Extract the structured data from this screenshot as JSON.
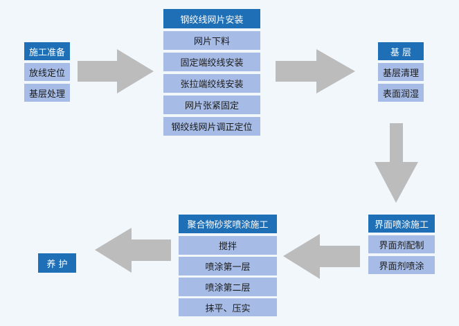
{
  "steps": {
    "construction_prep": {
      "title": "施工准备",
      "items": [
        "放线定位",
        "基层处理"
      ]
    },
    "strand_mesh_install": {
      "title": "钢绞线网片安装",
      "items": [
        "网片下料",
        "固定端绞线安装",
        "张拉端绞线安装",
        "网片张紧固定",
        "钢绞线网片调正定位"
      ]
    },
    "base_layer": {
      "title": "基 层",
      "items": [
        "基层清理",
        "表面润湿"
      ]
    },
    "interface_agent": {
      "title": "界面喷涂施工",
      "items": [
        "界面剂配制",
        "界面剂喷涂"
      ]
    },
    "polymer_mortar": {
      "title": "聚合物砂浆喷涂施工",
      "items": [
        "搅拌",
        "喷涂第一层",
        "喷涂第二层",
        "抹平、压实"
      ]
    },
    "curing": {
      "title": "养 护"
    }
  },
  "colors": {
    "background": "#f2f7fc",
    "header": "#1f6fb6",
    "item": "#a6bce6",
    "arrow": "#bcbcbc"
  }
}
